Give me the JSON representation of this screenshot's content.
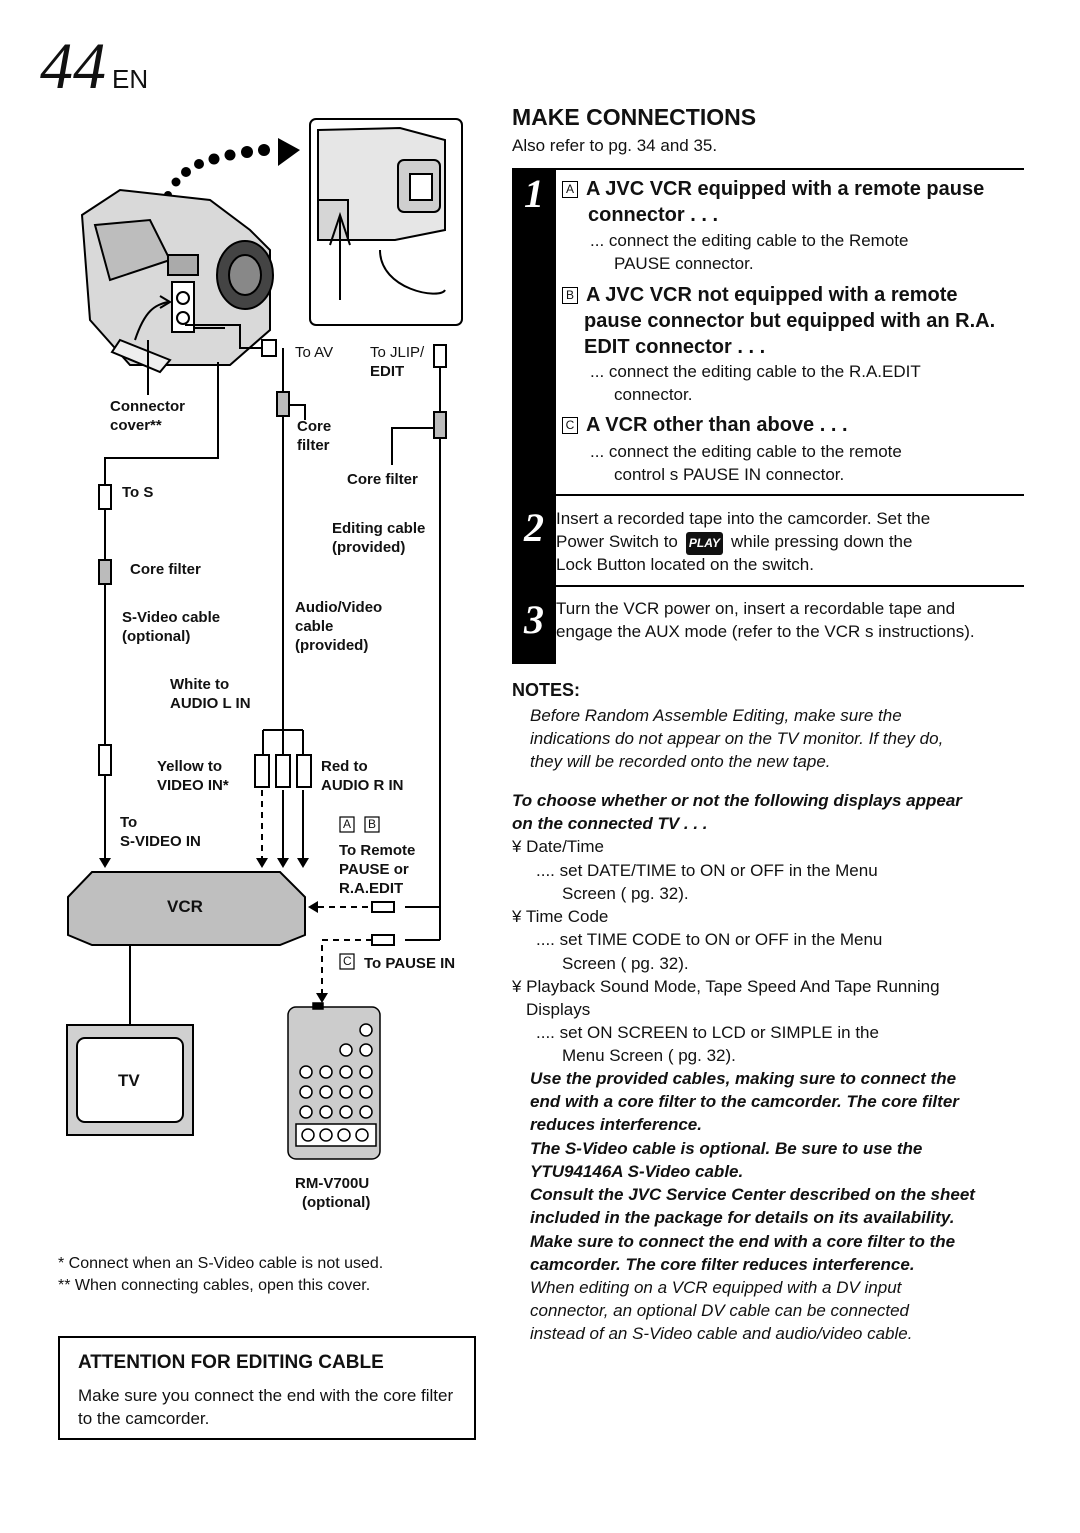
{
  "page_number": "44",
  "page_lang": "EN",
  "heading": "MAKE CONNECTIONS",
  "also_refer": "Also refer to pg. 34 and 35.",
  "step1": {
    "number": "1",
    "a_letter": "A",
    "a_title_1": "A JVC VCR equipped with a remote pause",
    "a_title_2": "connector . . .",
    "a_text_1": "... connect the editing cable to the Remote",
    "a_text_2": "PAUSE connector.",
    "b_letter": "B",
    "b_title_1": "A JVC VCR not equipped with a remote",
    "b_title_2": "pause connector but equipped with an R.A.",
    "b_title_3": "EDIT connector . . .",
    "b_text_1": "... connect the editing cable to the R.A.EDIT",
    "b_text_2": "connector.",
    "c_letter": "C",
    "c_title": "A VCR other than above . . .",
    "c_text_1": "... connect the editing cable to the remote",
    "c_text_2": "control s PAUSE IN connector."
  },
  "step2": {
    "number": "2",
    "line1": "Insert a recorded tape into the camcorder. Set the",
    "line2_a": "Power Switch to",
    "play_badge": "PLAY",
    "line2_b": "while pressing down the",
    "line3": "Lock Button located on the switch."
  },
  "step3": {
    "number": "3",
    "line1": "Turn the VCR power on, insert a recordable tape and",
    "line2": "engage the AUX mode (refer to the VCR s instructions)."
  },
  "notes": {
    "title": "NOTES:",
    "n1_1": "Before Random Assemble Editing, make sure the",
    "n1_2": "indications do not appear on the TV monitor. If they do,",
    "n1_3": "they will be recorded onto the new tape.",
    "choose_1": "To choose whether or not the following displays appear",
    "choose_2": "on the connected TV . . .",
    "d1": "¥ Date/Time",
    "d1_set_1": ".... set   DATE/TIME   to   ON   or   OFF   in the Menu",
    "d1_set_2": "Screen (      pg. 32).",
    "d2": "¥ Time Code",
    "d2_set_1": ".... set   TIME CODE   to   ON   or   OFF   in the Menu",
    "d2_set_2": "Screen (      pg. 32).",
    "d3_1": "¥ Playback Sound Mode, Tape Speed And Tape Running",
    "d3_2": "Displays",
    "d3_set_1": ".... set   ON SCREEN   to   LCD   or   SIMPLE   in the",
    "d3_set_2": "Menu Screen (      pg. 32).",
    "b1_1": "Use the provided cables, making sure to connect the",
    "b1_2": "end with a core filter to the camcorder. The core filter",
    "b1_3": "reduces interference.",
    "b2_1": "The S-Video cable is optional. Be sure to use the",
    "b2_2": "YTU94146A S-Video cable.",
    "b3_1": "Consult the JVC Service Center described on the sheet",
    "b3_2": "included in the package for details on its availability.",
    "b4_1": "Make sure to connect the end with a core filter to the",
    "b4_2": "camcorder. The core filter reduces interference.",
    "n5_1": "When editing on a VCR equipped with a DV input",
    "n5_2": "connector, an optional DV cable can be connected",
    "n5_3": "instead of an S-Video cable and audio/video cable."
  },
  "diagram": {
    "to_av": "To AV",
    "to_jlip_1": "To JLIP/",
    "to_jlip_2": "EDIT",
    "connector_cover_1": "Connector",
    "connector_cover_2": "cover**",
    "core_filter_a_1": "Core",
    "core_filter_a_2": "filter",
    "core_filter_b": "Core filter",
    "to_s": "To S",
    "editing_cable_1": "Editing cable",
    "editing_cable_2": "(provided)",
    "core_filter_c": "Core filter",
    "svideo_cable_1": "S-Video cable",
    "svideo_cable_2": "(optional)",
    "av_cable_1": "Audio/Video",
    "av_cable_2": "cable",
    "av_cable_3": "(provided)",
    "white_1": "White to",
    "white_2": "AUDIO L IN",
    "yellow_1": "Yellow to",
    "yellow_2": "VIDEO IN*",
    "red_1": "Red to",
    "red_2": "AUDIO R IN",
    "to_svideo_1": "To",
    "to_svideo_2": "S-VIDEO IN",
    "letter_a": "A",
    "letter_b": "B",
    "to_remote_1": "To Remote",
    "to_remote_2": "PAUSE or",
    "to_remote_3": "R.A.EDIT",
    "vcr": "VCR",
    "letter_c": "C",
    "to_pause_in": "To PAUSE IN",
    "tv": "TV",
    "remote_model": "RM-V700U",
    "remote_optional": "(optional)"
  },
  "footnotes": {
    "f1": "*   Connect when an S-Video cable is not used.",
    "f2": "** When connecting cables, open this cover."
  },
  "attention": {
    "title": "ATTENTION FOR EDITING CABLE",
    "text": "Make sure you connect the end with the core filter to the camcorder."
  }
}
